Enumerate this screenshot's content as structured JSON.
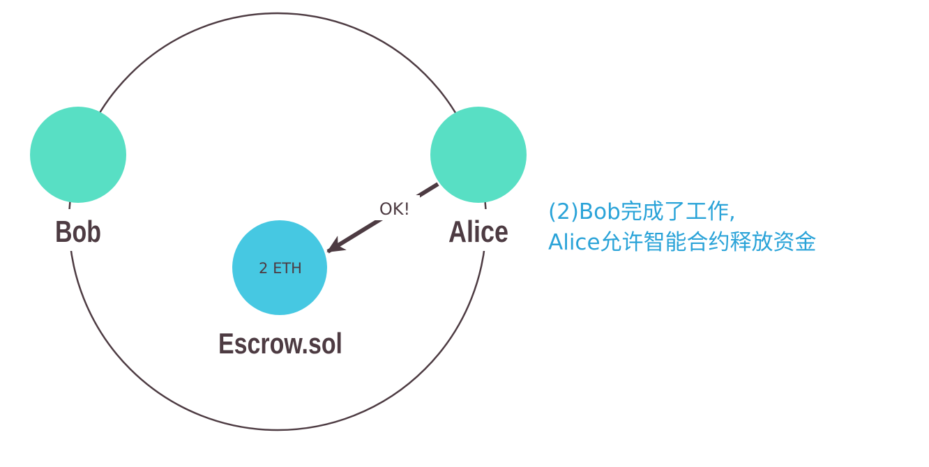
{
  "nodes": {
    "bob": {
      "label": "Bob"
    },
    "alice": {
      "label": "Alice"
    },
    "escrow": {
      "label": "Escrow.sol",
      "balance": "2 ETH"
    }
  },
  "arrow": {
    "label": "OK!"
  },
  "caption": {
    "line1": "(2)Bob完成了工作,",
    "line2": "Alice允许智能合约释放资金"
  },
  "colors": {
    "node_fill": "#58dfc4",
    "escrow_fill": "#46c8e2",
    "outline": "#4d3b42",
    "caption_text": "#2aa3d8"
  }
}
